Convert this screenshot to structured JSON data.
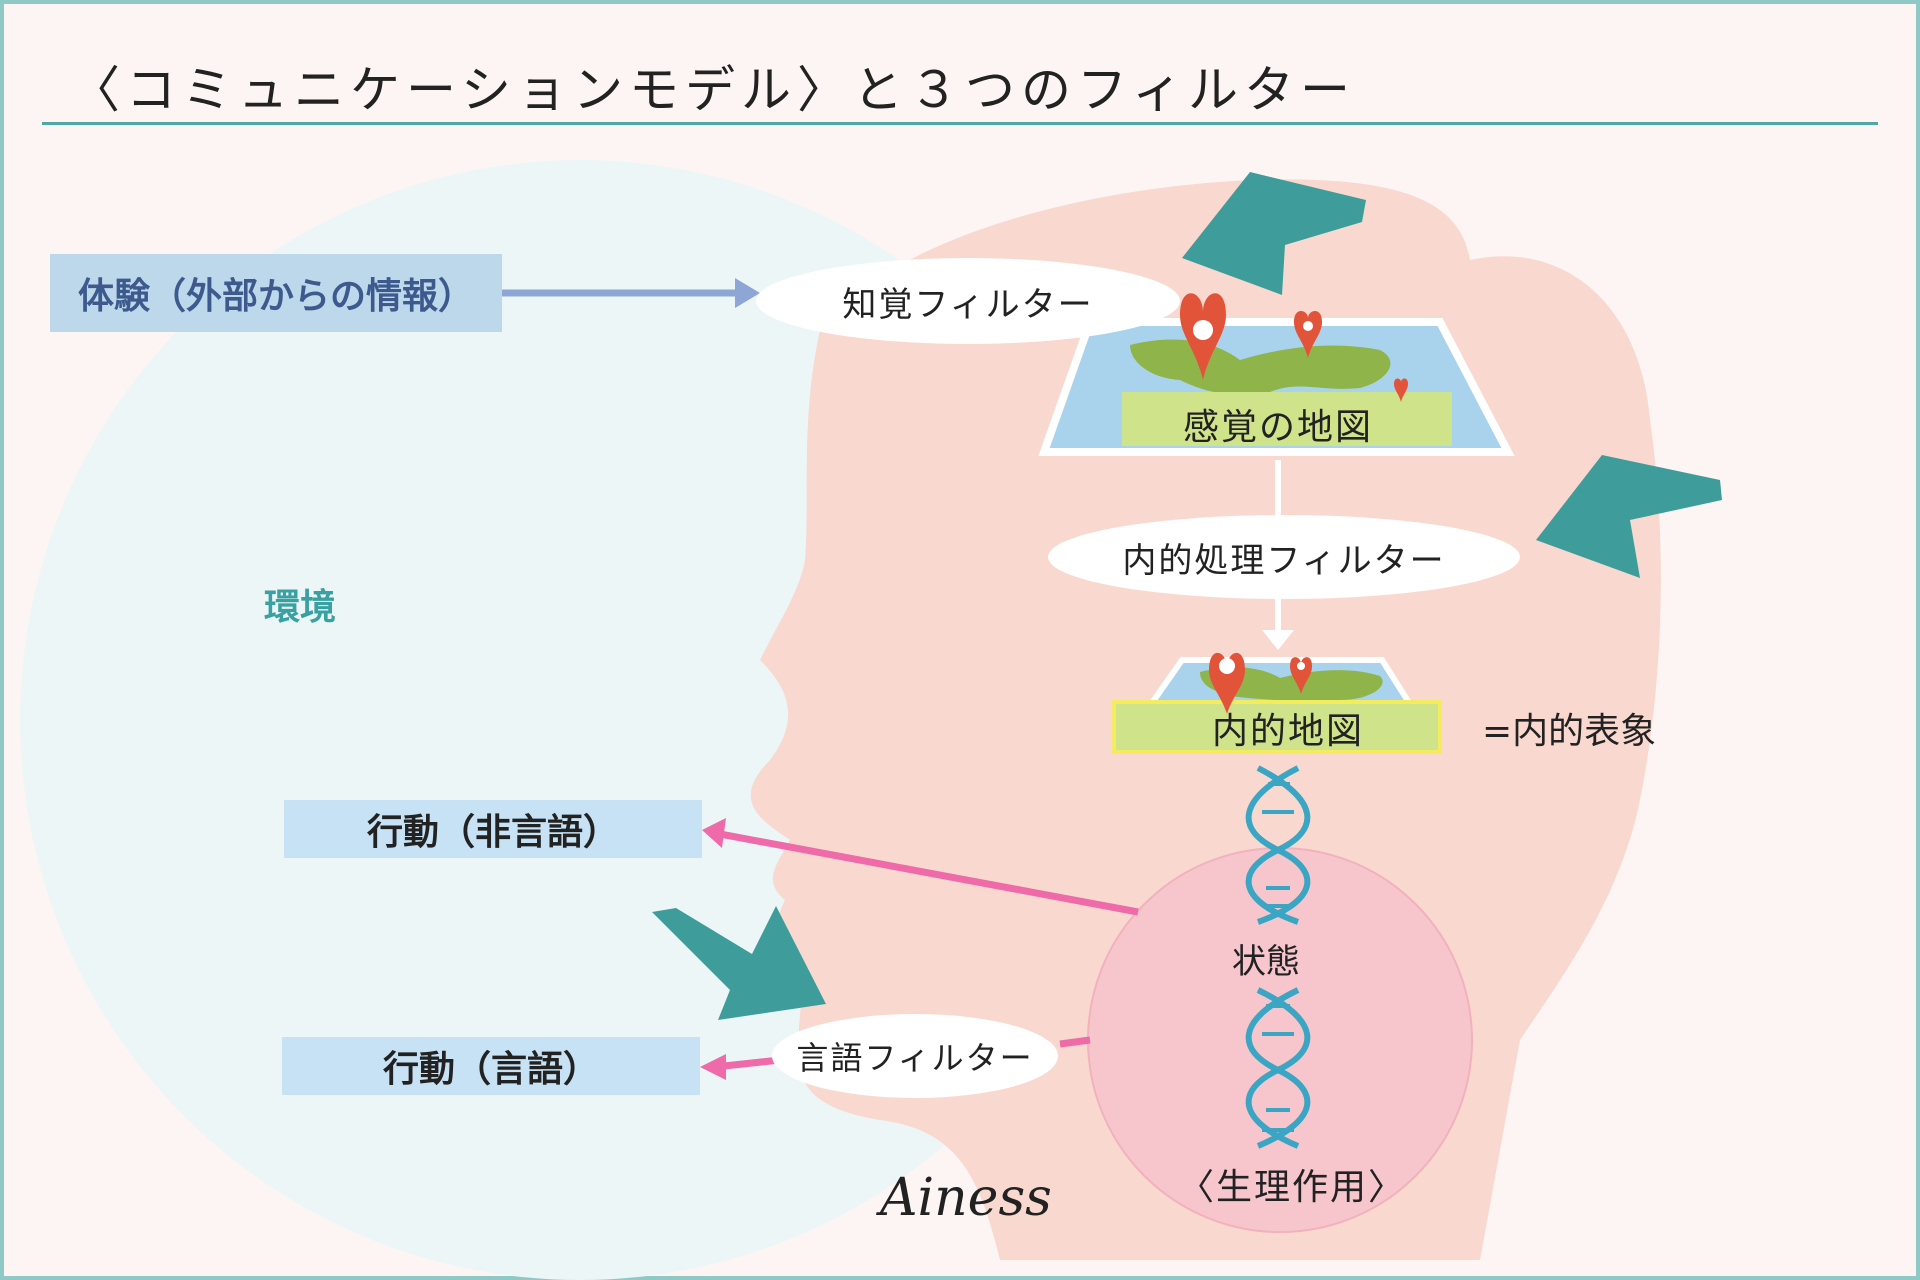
{
  "title": "〈コミュニケーションモデル〉と３つのフィルター",
  "labels": {
    "experience": "体験（外部からの情報）",
    "perceptual_filter": "知覚フィルター",
    "sensory_map": "感覚の地図",
    "internal_filter": "内的処理フィルター",
    "internal_map": "内的地図",
    "representation": "=内的表象",
    "environment": "環境",
    "behavior_nonverbal": "行動（非言語）",
    "behavior_verbal": "行動（言語）",
    "language_filter": "言語フィルター",
    "state": "状態",
    "physiology": "〈生理作用〉",
    "signature": "Ainess"
  },
  "colors": {
    "frame": "#8fc9c6",
    "background": "#fdf5f4",
    "environment_circle": "#ecf6f6",
    "head": "#f9d9cf",
    "physiology_circle": "#f7c6cd",
    "teal_arrow": "#3e9d9b",
    "pink_arrow": "#ee6aa8",
    "blue_arrow": "#8ea6d6",
    "dna": "#3aa6c4",
    "pin": "#e2543a",
    "map_water": "#a9d3ec",
    "map_land": "#8fb54a",
    "map_label": "#cfe38a"
  },
  "icons": [
    "teal-arrow-icon",
    "map-icon",
    "location-pin-icon",
    "dna-helix-icon"
  ]
}
